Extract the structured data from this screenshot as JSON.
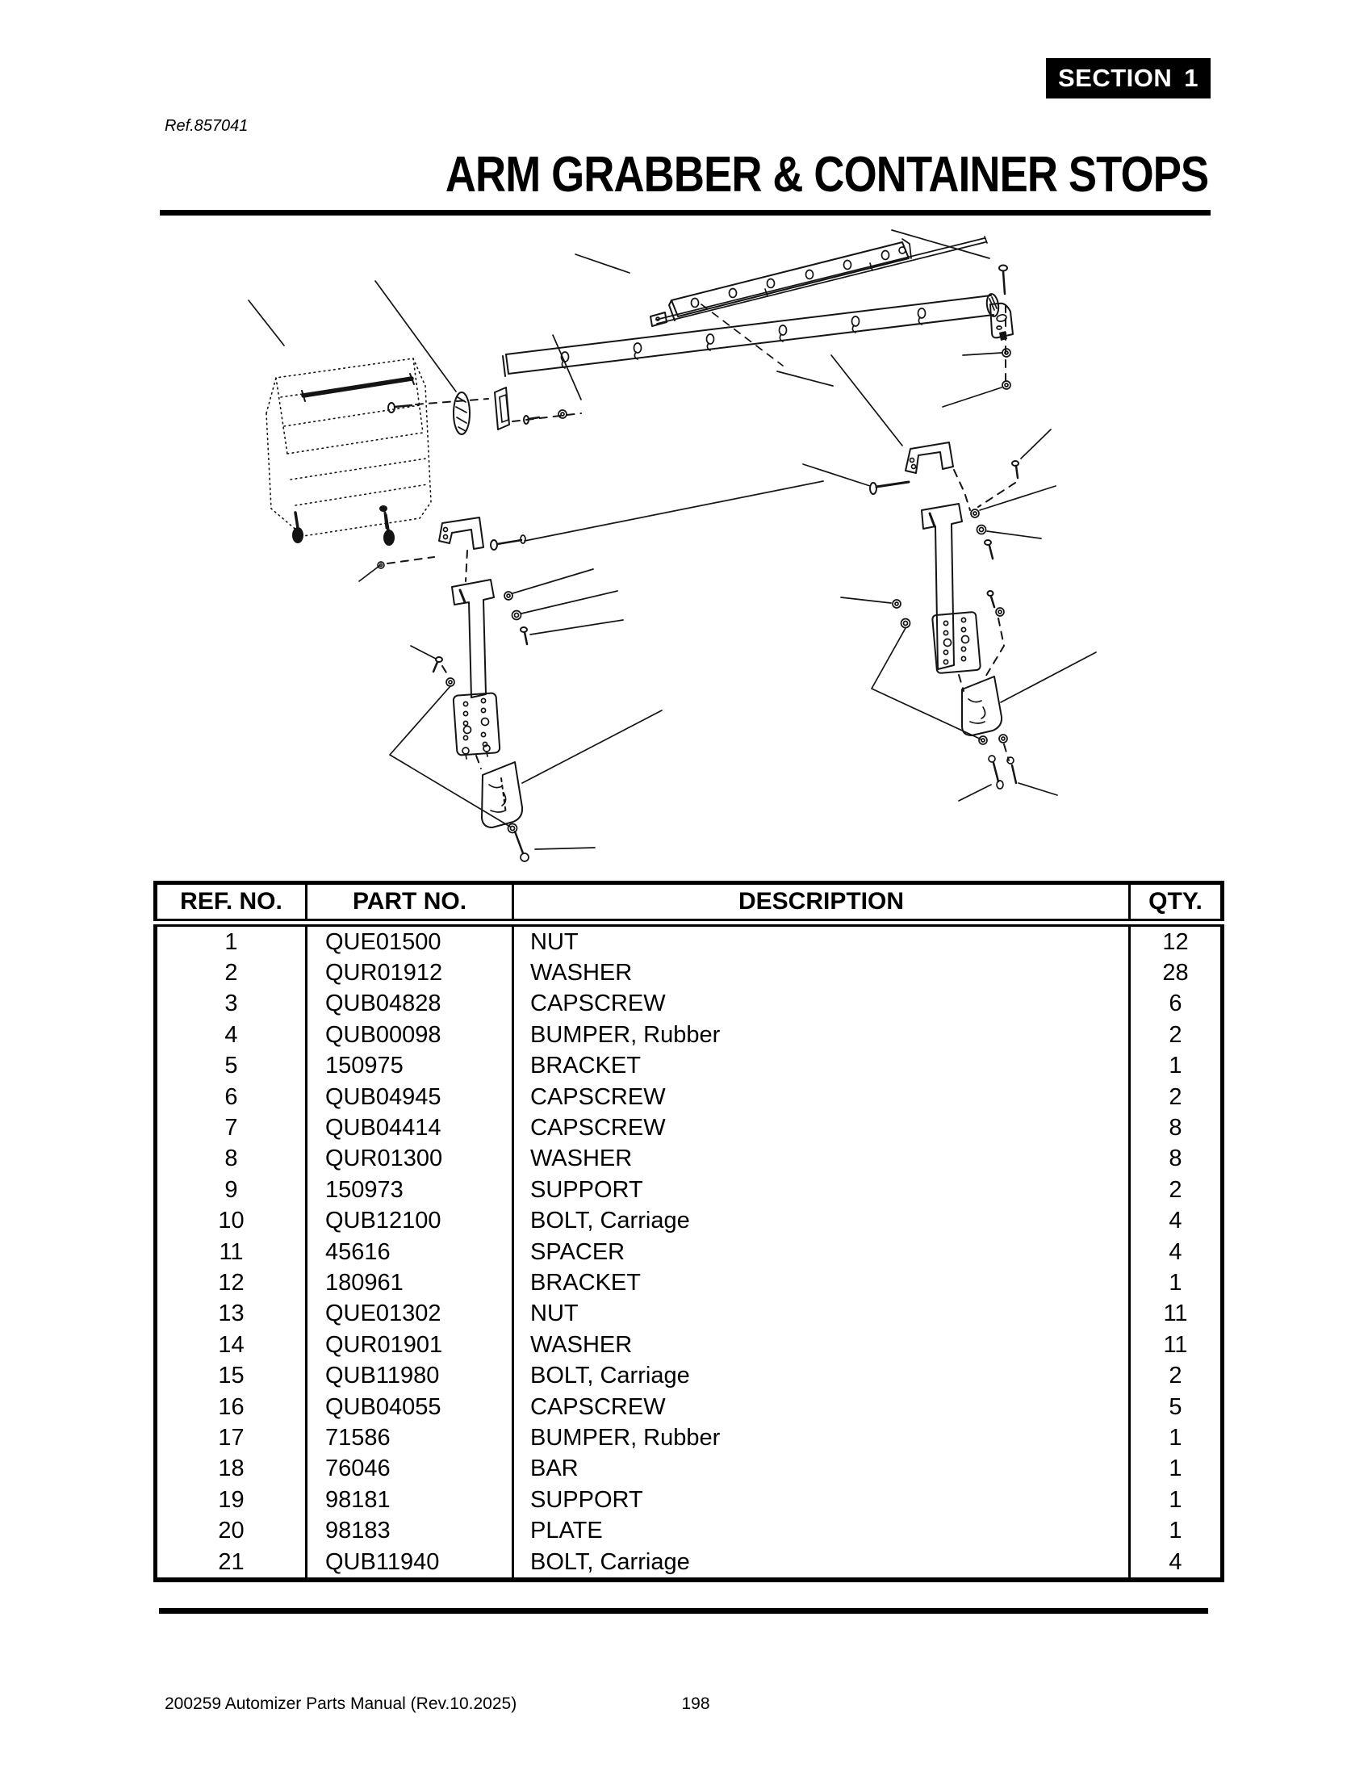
{
  "page": {
    "section_badge": {
      "label": "SECTION",
      "number": "1"
    },
    "ref_number": "Ref.857041",
    "title": "ARM GRABBER & CONTAINER STOPS",
    "footer": {
      "manual": "200259 Automizer Parts Manual (Rev.10.2025)",
      "page_number": "198"
    }
  },
  "parts_table": {
    "headers": [
      "REF. NO.",
      "PART NO.",
      "DESCRIPTION",
      "QTY."
    ],
    "rows": [
      {
        "ref": "1",
        "part": "QUE01500",
        "desc": "NUT",
        "qty": "12"
      },
      {
        "ref": "2",
        "part": "QUR01912",
        "desc": "WASHER",
        "qty": "28"
      },
      {
        "ref": "3",
        "part": "QUB04828",
        "desc": "CAPSCREW",
        "qty": "6"
      },
      {
        "ref": "4",
        "part": "QUB00098",
        "desc": "BUMPER, Rubber",
        "qty": "2"
      },
      {
        "ref": "5",
        "part": "150975",
        "desc": "BRACKET",
        "qty": "1"
      },
      {
        "ref": "6",
        "part": "QUB04945",
        "desc": "CAPSCREW",
        "qty": "2"
      },
      {
        "ref": "7",
        "part": "QUB04414",
        "desc": "CAPSCREW",
        "qty": "8"
      },
      {
        "ref": "8",
        "part": "QUR01300",
        "desc": "WASHER",
        "qty": "8"
      },
      {
        "ref": "9",
        "part": "150973",
        "desc": "SUPPORT",
        "qty": "2"
      },
      {
        "ref": "10",
        "part": "QUB12100",
        "desc": "BOLT, Carriage",
        "qty": "4"
      },
      {
        "ref": "11",
        "part": "45616",
        "desc": "SPACER",
        "qty": "4"
      },
      {
        "ref": "12",
        "part": "180961",
        "desc": "BRACKET",
        "qty": "1"
      },
      {
        "ref": "13",
        "part": "QUE01302",
        "desc": "NUT",
        "qty": "11"
      },
      {
        "ref": "14",
        "part": "QUR01901",
        "desc": "WASHER",
        "qty": "11"
      },
      {
        "ref": "15",
        "part": "QUB11980",
        "desc": "BOLT, Carriage",
        "qty": "2"
      },
      {
        "ref": "16",
        "part": "QUB04055",
        "desc": "CAPSCREW",
        "qty": "5"
      },
      {
        "ref": "17",
        "part": "71586",
        "desc": "BUMPER, Rubber",
        "qty": "1"
      },
      {
        "ref": "18",
        "part": "76046",
        "desc": "BAR",
        "qty": "1"
      },
      {
        "ref": "19",
        "part": "98181",
        "desc": "SUPPORT",
        "qty": "1"
      },
      {
        "ref": "20",
        "part": "98183",
        "desc": "PLATE",
        "qty": "1"
      },
      {
        "ref": "21",
        "part": "QUB11940",
        "desc": "BOLT, Carriage",
        "qty": "4"
      }
    ]
  }
}
